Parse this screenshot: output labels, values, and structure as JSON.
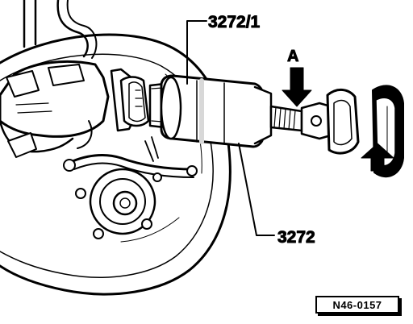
{
  "labels": {
    "tool_adapter": "3272/1",
    "force_point": "A",
    "tool_main": "3272"
  },
  "reference_code": "N46-0157",
  "colors": {
    "ink": "#000000",
    "paper": "#ffffff",
    "shade": "#d8d8d8"
  }
}
